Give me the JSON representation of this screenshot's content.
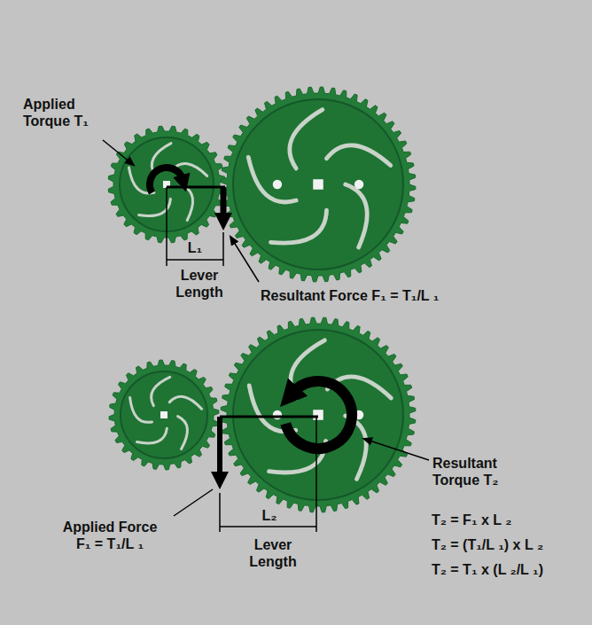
{
  "diagram": {
    "labels": [
      "Applied Torque T₁",
      "L₁",
      "Lever Length",
      "Resultant Force  F₁ = T₁/L ₁",
      "Resultant Torque T₂",
      "Applied Force F₁ = T₁/L ₁",
      "L₂",
      "Lever Length",
      "T₂ = F₁ x L ₂",
      "T₂ = (T₁/L ₁) x L ₂",
      "T₂ = T₁ x (L ₂/L ₁)"
    ]
  }
}
